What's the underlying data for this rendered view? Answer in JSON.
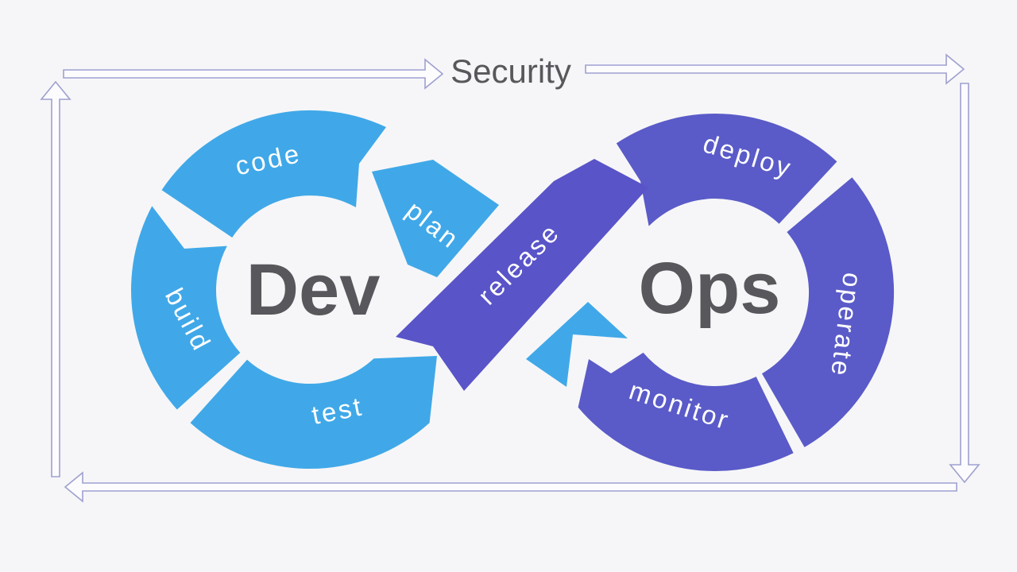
{
  "title": {
    "security": "Security"
  },
  "diagram": {
    "dev": {
      "center_label": "Dev",
      "segments": {
        "code": "code",
        "plan": "plan",
        "build": "build",
        "test": "test"
      }
    },
    "ops": {
      "center_label": "Ops",
      "segments": {
        "deploy": "deploy",
        "operate": "operate",
        "monitor": "monitor"
      }
    },
    "crossover": {
      "release": "release"
    }
  },
  "colors": {
    "dev_blue": "#40A8E8",
    "ops_purple": "#5A5BC8",
    "release_purple": "#5954C8",
    "heading_gray": "#58585C",
    "label_white": "#FFFFFF",
    "border_arrow_stroke": "#9FA0CF",
    "border_arrow_fill": "#FCFCFE",
    "background": "#F6F6F8"
  }
}
